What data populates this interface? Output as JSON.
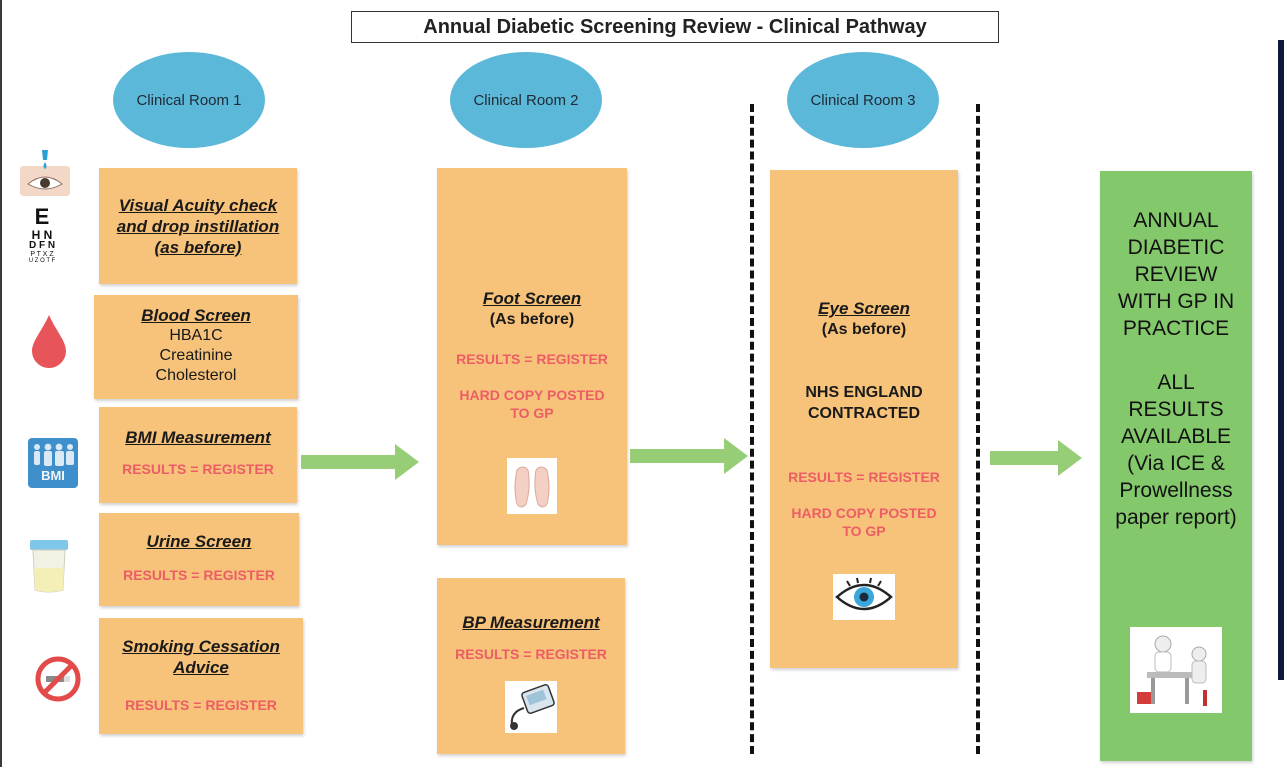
{
  "title": "Annual Diabetic Screening Review  - Clinical Pathway",
  "rooms": [
    "Clinical Room 1",
    "Clinical Room 2",
    "Clinical Room 3"
  ],
  "room1": {
    "visual": {
      "title_lines": [
        "Visual Acuity check",
        "and drop instillation",
        "(as before)"
      ]
    },
    "blood": {
      "title": "Blood Screen",
      "items": [
        "HBA1C",
        "Creatinine",
        "Cholesterol"
      ]
    },
    "bmi": {
      "title": "BMI Measurement",
      "result": "RESULTS = REGISTER",
      "icon_label": "BMI"
    },
    "urine": {
      "title": "Urine Screen",
      "result": "RESULTS = REGISTER"
    },
    "smoking": {
      "title_lines": [
        "Smoking Cessation",
        "Advice"
      ],
      "result": "RESULTS = REGISTER"
    }
  },
  "room2": {
    "foot": {
      "title": "Foot Screen",
      "sub": "(As before)",
      "result": "RESULTS = REGISTER",
      "post_lines": [
        "HARD COPY POSTED",
        "TO GP"
      ]
    },
    "bp": {
      "title": "BP Measurement",
      "result": "RESULTS = REGISTER"
    }
  },
  "room3": {
    "eye": {
      "title": "Eye Screen",
      "sub": "(As before)",
      "contract_lines": [
        "NHS ENGLAND",
        "CONTRACTED"
      ],
      "result": "RESULTS = REGISTER",
      "post_lines": [
        "HARD COPY POSTED",
        "TO GP"
      ]
    }
  },
  "review": {
    "heading_lines": [
      "ANNUAL",
      "DIABETIC",
      "REVIEW",
      "WITH GP IN",
      "PRACTICE"
    ],
    "results_lines": [
      "ALL",
      "RESULTS",
      "AVAILABLE",
      "(Via ICE &",
      "Prowellness",
      "paper report)"
    ]
  },
  "eye_chart_rows": [
    "E",
    "H N",
    "D F N",
    "P T X Z",
    "U Z O T F"
  ],
  "colors": {
    "room": "#5cb8d8",
    "box": "#f7c27a",
    "green_box": "#84c86c",
    "result_text": "#ec5d66",
    "arrow": "#97cd76"
  },
  "icons": [
    "eye-drop-icon",
    "eye-chart-icon",
    "blood-drop-icon",
    "bmi-icon",
    "urine-sample-icon",
    "no-smoking-icon",
    "feet-icon",
    "blood-pressure-monitor-icon",
    "eye-icon",
    "doctor-consultation-icon"
  ]
}
